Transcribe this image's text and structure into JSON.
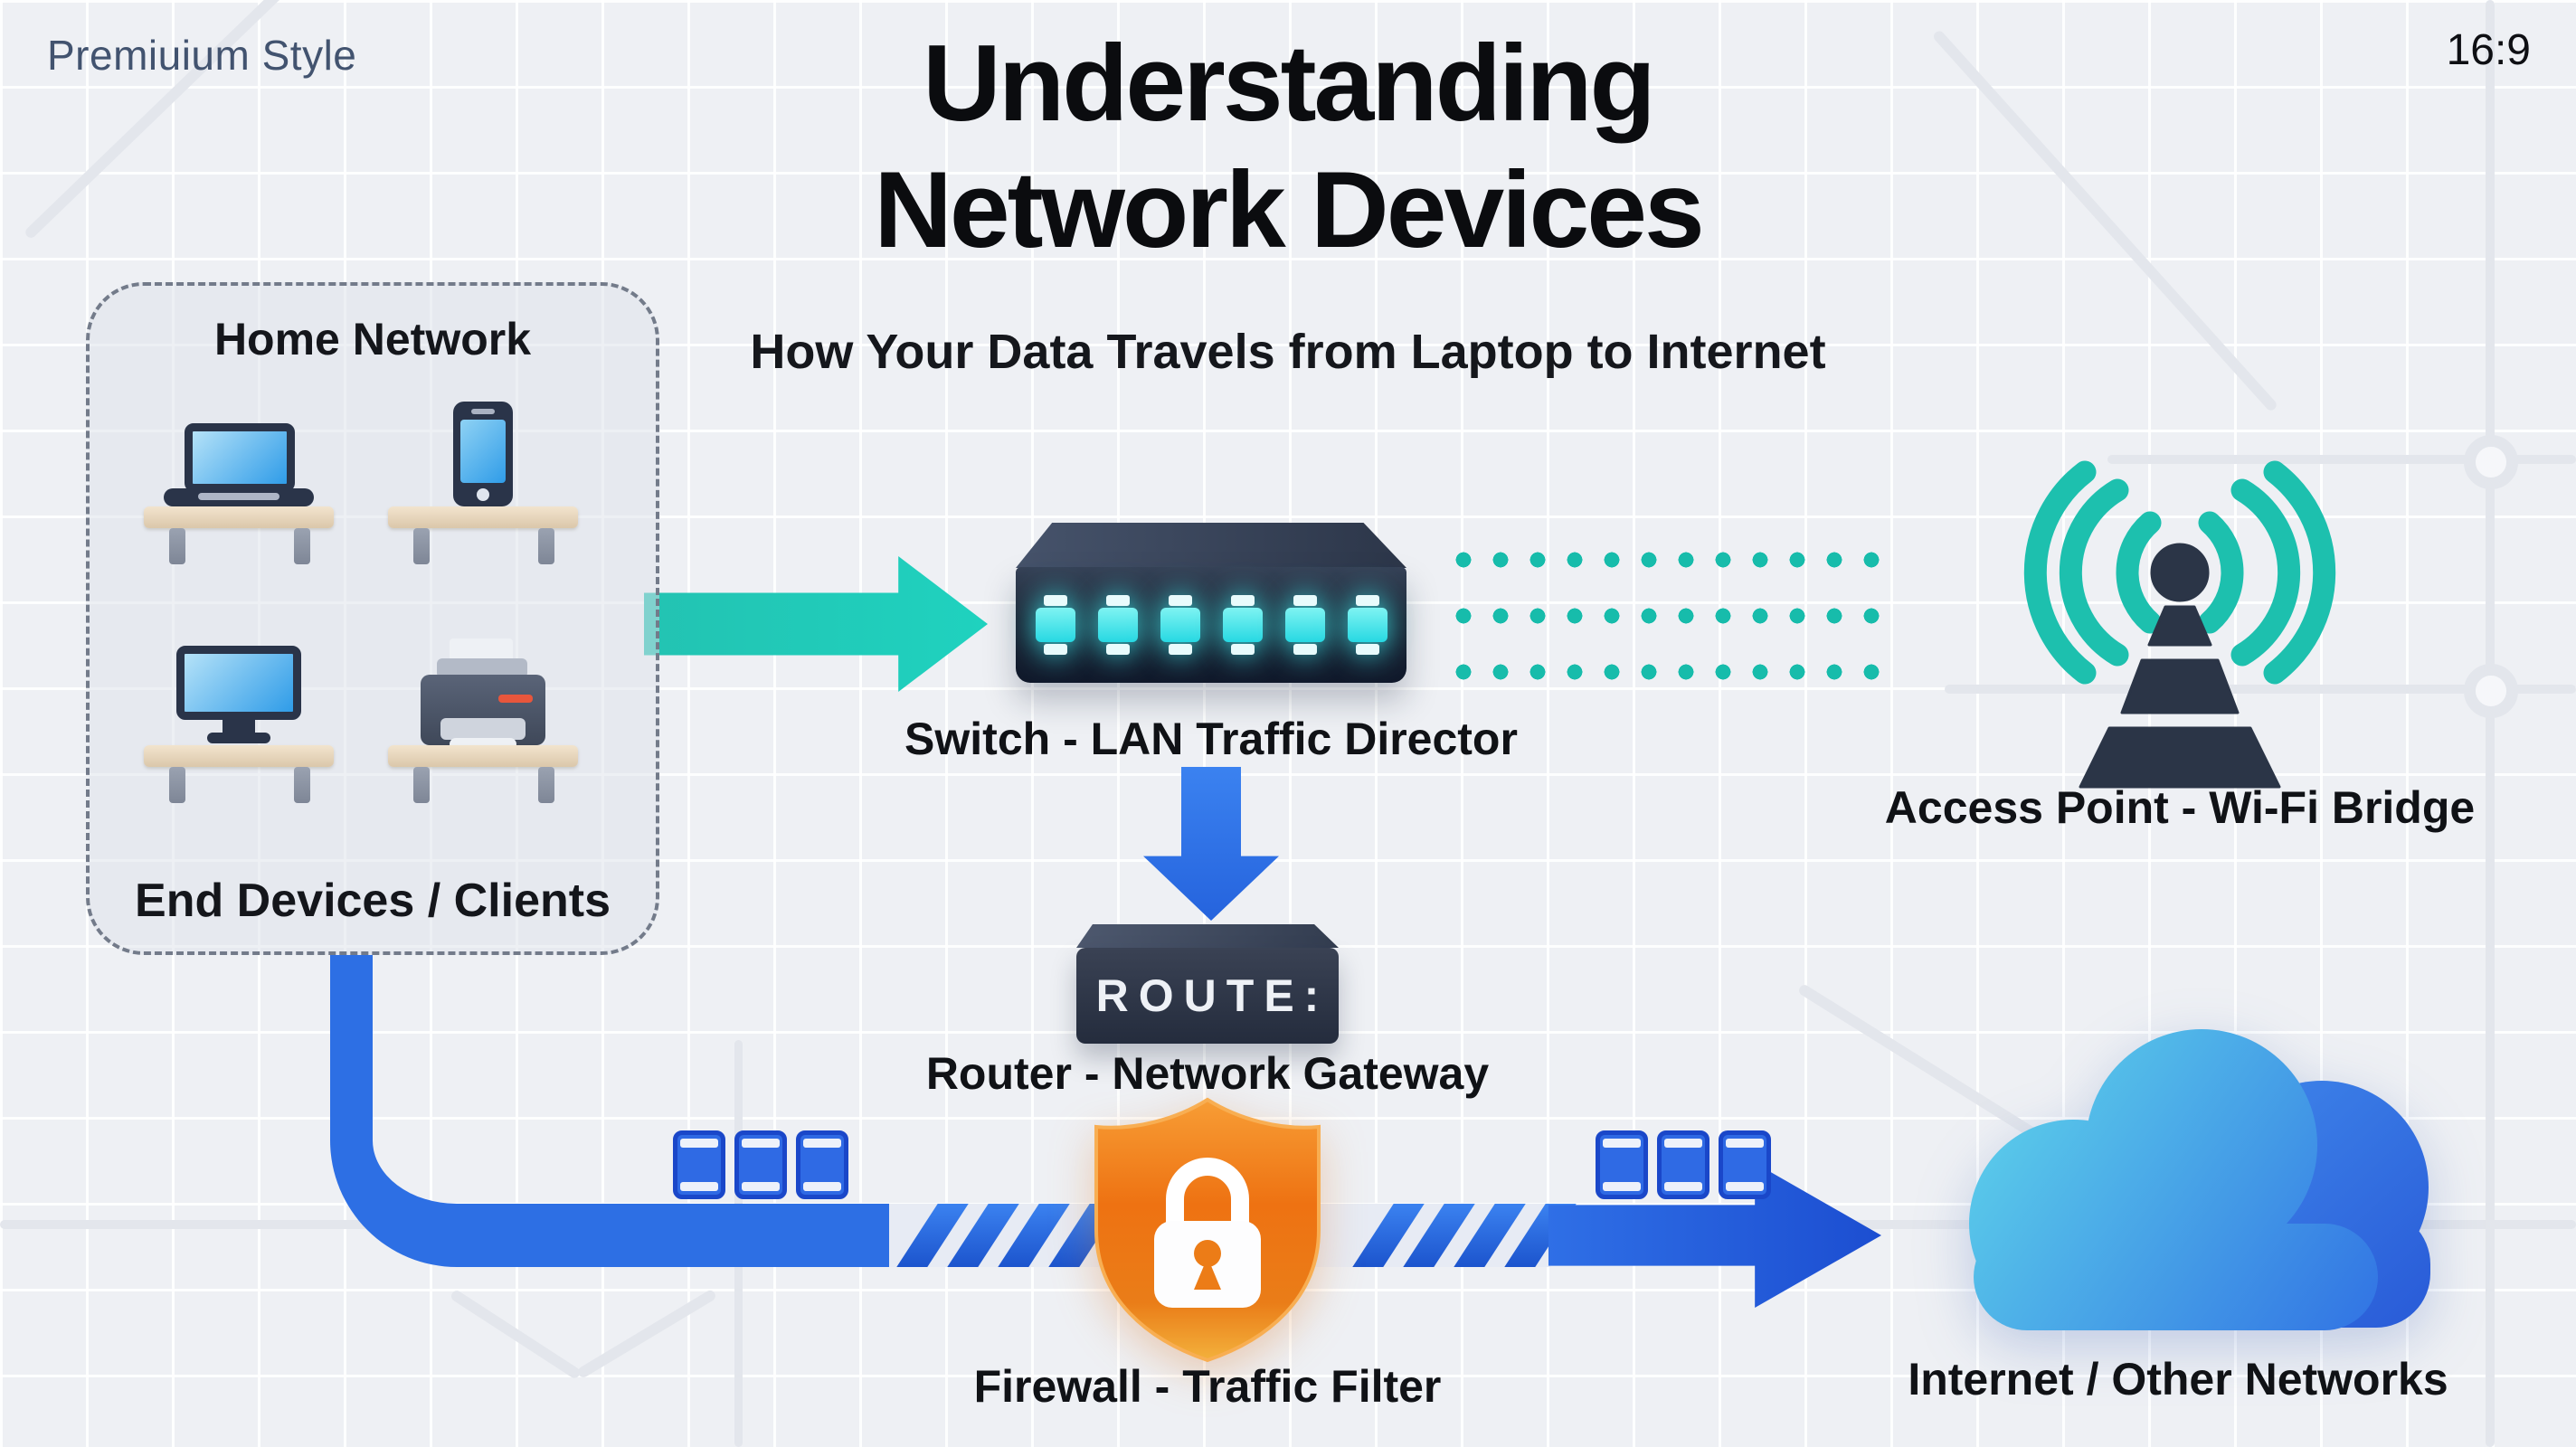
{
  "meta": {
    "brand": "Premiuium Style",
    "aspect_ratio": "16:9"
  },
  "header": {
    "title_line1": "Understanding",
    "title_line2": "Network Devices",
    "subtitle": "How Your Data Travels from Laptop to Internet"
  },
  "home_network": {
    "title": "Home Network",
    "caption": "End Devices / Clients",
    "device_icons": [
      "laptop-icon",
      "smartphone-icon",
      "desktop-monitor-icon",
      "printer-icon"
    ]
  },
  "nodes": {
    "switch": {
      "label": "Switch - LAN Traffic Director",
      "port_count": 6
    },
    "access_point": {
      "label": "Access Point - Wi-Fi Bridge"
    },
    "router": {
      "label": "Router - Network Gateway",
      "faceplate_text": "ROUTE:"
    },
    "firewall": {
      "label": "Firewall - Traffic Filter"
    },
    "internet": {
      "label": "Internet / Other Networks"
    }
  },
  "links": {
    "lan_arrow_icon": "teal-right-arrow",
    "wifi_link_icon": "teal-dotted-link",
    "switch_to_router_icon": "blue-down-arrow",
    "wan_path_icon": "blue-pipe-arrow",
    "packet_icon": "data-packet"
  },
  "colors": {
    "teal": "#1ec6b4",
    "blue": "#2e6fe5",
    "deep_blue": "#1c4ed1",
    "firewall_orange": "#ee7414",
    "port_cyan": "#3fe7e9",
    "cloud_light": "#5bcdea",
    "cloud_deep": "#2e6ce3",
    "background": "#eef0f4"
  }
}
